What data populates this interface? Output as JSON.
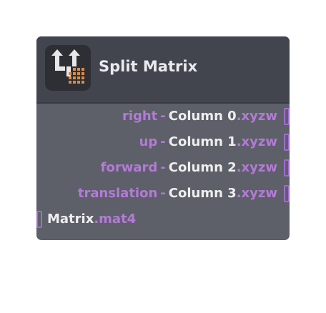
{
  "node": {
    "title": "Split Matrix",
    "icon": "split-matrix-icon",
    "colors": {
      "header_bg": "#42454e",
      "body_bg": "#5d6069",
      "port_accent": "#b47ad7",
      "label_text": "#eeeeee",
      "icon_bg": "#2d2f35",
      "icon_orange": "#e08a3c"
    },
    "outputs": [
      {
        "name": "right",
        "sep": "-",
        "column": "Column 0",
        "swizzle": ".xyzw"
      },
      {
        "name": "up",
        "sep": "-",
        "column": "Column 1",
        "swizzle": ".xyzw"
      },
      {
        "name": "forward",
        "sep": "-",
        "column": "Column 2",
        "swizzle": ".xyzw"
      },
      {
        "name": "translation",
        "sep": "-",
        "column": "Column 3",
        "swizzle": ".xyzw"
      }
    ],
    "input": {
      "name": "Matrix",
      "type": ".mat4"
    }
  }
}
